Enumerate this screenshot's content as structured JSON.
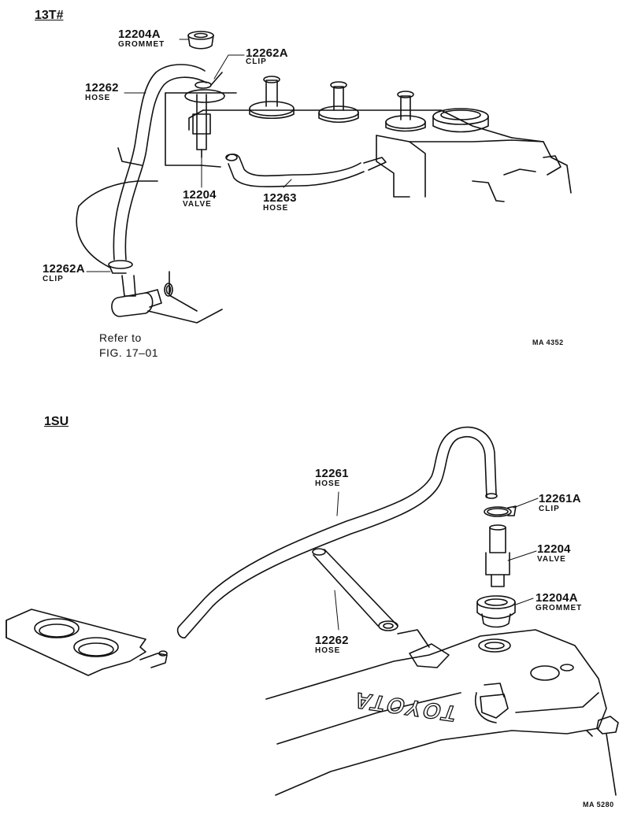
{
  "sections": {
    "top": {
      "title": "13T#",
      "code": "MA 4352"
    },
    "bottom": {
      "title": "1SU",
      "code": "MA 5280"
    }
  },
  "top_labels": {
    "grommet": {
      "part": "12204A",
      "name": "GROMMET"
    },
    "clip_upper": {
      "part": "12262A",
      "name": "CLIP"
    },
    "hose_left": {
      "part": "12262",
      "name": "HOSE"
    },
    "valve": {
      "part": "12204",
      "name": "VALVE"
    },
    "hose_mid": {
      "part": "12263",
      "name": "HOSE"
    },
    "clip_lower": {
      "part": "12262A",
      "name": "CLIP"
    },
    "refer_line1": "Refer to",
    "refer_line2": "FIG. 17–01"
  },
  "bottom_labels": {
    "hose_long": {
      "part": "12261",
      "name": "HOSE"
    },
    "clip": {
      "part": "12261A",
      "name": "CLIP"
    },
    "valve": {
      "part": "12204",
      "name": "VALVE"
    },
    "grommet": {
      "part": "12204A",
      "name": "GROMMET"
    },
    "hose_short": {
      "part": "12262",
      "name": "HOSE"
    },
    "cover_text": "TOYOTA"
  }
}
